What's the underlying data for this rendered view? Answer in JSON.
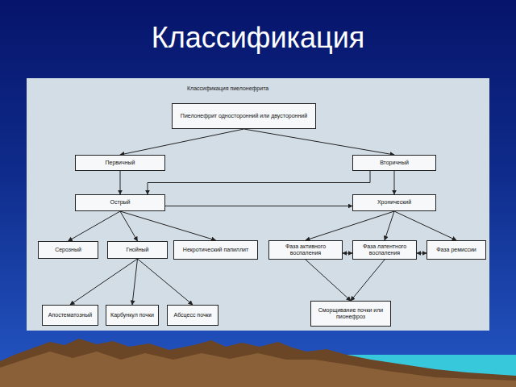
{
  "diagram": {
    "title": "Классификация",
    "nodes": [
      {
        "text": [
          "Пиелонефрит односторонний или двусторонний"
        ]
      },
      {
        "text": [
          "Первичный"
        ]
      },
      {
        "text": [
          "Вторичный"
        ]
      },
      {
        "text": [
          "Острый"
        ]
      },
      {
        "text": [
          "Хронический"
        ]
      },
      {
        "text": [
          "Серозный"
        ]
      },
      {
        "text": [
          "Гнойный"
        ]
      },
      {
        "text": [
          "Некротический папиллит"
        ]
      },
      {
        "text": [
          "Фаза активного воспаления"
        ]
      },
      {
        "text": [
          "Фаза латентного воспаления"
        ]
      },
      {
        "text": [
          "Фаза ремиссии"
        ]
      },
      {
        "text": [
          "Апостематозный"
        ]
      },
      {
        "text": [
          "Карбункул почки"
        ]
      },
      {
        "text": [
          "Абсцесс почки"
        ]
      },
      {
        "text": [
          "Сморщивание почки или пионефроз"
        ]
      }
    ],
    "edges": [
      {
        "from": 0,
        "to": 1,
        "arrow": "to"
      },
      {
        "from": 0,
        "to": 2,
        "arrow": "to"
      },
      {
        "from": 1,
        "to": 3,
        "arrow": "to"
      },
      {
        "from": 2,
        "to": 4,
        "arrow": "to"
      },
      {
        "from": 2,
        "to": 3,
        "arrow": "to"
      },
      {
        "from": 3,
        "to": 4,
        "arrow": "to"
      },
      {
        "from": 3,
        "to": 5,
        "arrow": "to"
      },
      {
        "from": 3,
        "to": 6,
        "arrow": "to"
      },
      {
        "from": 3,
        "to": 7,
        "arrow": "to"
      },
      {
        "from": 4,
        "to": 8,
        "arrow": "to"
      },
      {
        "from": 4,
        "to": 9,
        "arrow": "to"
      },
      {
        "from": 4,
        "to": 10,
        "arrow": "to"
      },
      {
        "from": 8,
        "to": 9,
        "arrow": "both"
      },
      {
        "from": 9,
        "to": 10,
        "arrow": "both"
      },
      {
        "from": 6,
        "to": 11,
        "arrow": "to"
      },
      {
        "from": 6,
        "to": 12,
        "arrow": "to"
      },
      {
        "from": 6,
        "to": 13,
        "arrow": "to"
      },
      {
        "from": 8,
        "to": 14,
        "arrow": "to"
      },
      {
        "from": 9,
        "to": 14,
        "arrow": "to"
      }
    ],
    "labels": [
      "Классификация пиелонефрита"
    ]
  }
}
